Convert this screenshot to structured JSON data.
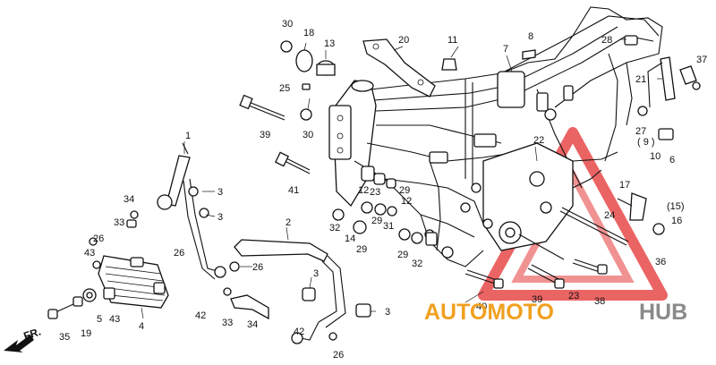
{
  "diagram": {
    "direction_label": "FR.",
    "callouts": [
      {
        "id": "c1",
        "text": "1"
      },
      {
        "id": "c2",
        "text": "2"
      },
      {
        "id": "c3a",
        "text": "3"
      },
      {
        "id": "c3b",
        "text": "3"
      },
      {
        "id": "c3c",
        "text": "3"
      },
      {
        "id": "c3d",
        "text": "3"
      },
      {
        "id": "c4",
        "text": "4"
      },
      {
        "id": "c5",
        "text": "5"
      },
      {
        "id": "c6",
        "text": "6"
      },
      {
        "id": "c7",
        "text": "7"
      },
      {
        "id": "c8",
        "text": "8"
      },
      {
        "id": "c9",
        "text": "( 9 )"
      },
      {
        "id": "c10",
        "text": "10"
      },
      {
        "id": "c11",
        "text": "11"
      },
      {
        "id": "c12a",
        "text": "12"
      },
      {
        "id": "c12b",
        "text": "12"
      },
      {
        "id": "c13",
        "text": "13"
      },
      {
        "id": "c14",
        "text": "14"
      },
      {
        "id": "c15",
        "text": "(15)"
      },
      {
        "id": "c16",
        "text": "16"
      },
      {
        "id": "c17",
        "text": "17"
      },
      {
        "id": "c18",
        "text": "18"
      },
      {
        "id": "c19",
        "text": "19"
      },
      {
        "id": "c20",
        "text": "20"
      },
      {
        "id": "c21",
        "text": "21"
      },
      {
        "id": "c22",
        "text": "22"
      },
      {
        "id": "c23a",
        "text": "23"
      },
      {
        "id": "c23b",
        "text": "23"
      },
      {
        "id": "c24",
        "text": "24"
      },
      {
        "id": "c25",
        "text": "25"
      },
      {
        "id": "c26a",
        "text": "26"
      },
      {
        "id": "c26b",
        "text": "26"
      },
      {
        "id": "c26c",
        "text": "26"
      },
      {
        "id": "c26d",
        "text": "26"
      },
      {
        "id": "c27",
        "text": "27"
      },
      {
        "id": "c28",
        "text": "28"
      },
      {
        "id": "c29a",
        "text": "29"
      },
      {
        "id": "c29b",
        "text": "29"
      },
      {
        "id": "c29c",
        "text": "29"
      },
      {
        "id": "c29d",
        "text": "29"
      },
      {
        "id": "c30a",
        "text": "30"
      },
      {
        "id": "c30b",
        "text": "30"
      },
      {
        "id": "c31",
        "text": "31"
      },
      {
        "id": "c32a",
        "text": "32"
      },
      {
        "id": "c32b",
        "text": "32"
      },
      {
        "id": "c33a",
        "text": "33"
      },
      {
        "id": "c33b",
        "text": "33"
      },
      {
        "id": "c34a",
        "text": "34"
      },
      {
        "id": "c34b",
        "text": "34"
      },
      {
        "id": "c35",
        "text": "35"
      },
      {
        "id": "c36",
        "text": "36"
      },
      {
        "id": "c37",
        "text": "37"
      },
      {
        "id": "c38",
        "text": "38"
      },
      {
        "id": "c39a",
        "text": "39"
      },
      {
        "id": "c39b",
        "text": "39"
      },
      {
        "id": "c40",
        "text": "40"
      },
      {
        "id": "c41",
        "text": "41"
      },
      {
        "id": "c42a",
        "text": "42"
      },
      {
        "id": "c42b",
        "text": "42"
      },
      {
        "id": "c43a",
        "text": "43"
      },
      {
        "id": "c43b",
        "text": "43"
      }
    ]
  },
  "watermark": {
    "word_orange": "AUTOMOTO",
    "word_gray": "HUB",
    "color_orange": "#f0a020",
    "color_gray": "#8a8a8a",
    "color_triangle": "#e84a4a"
  }
}
